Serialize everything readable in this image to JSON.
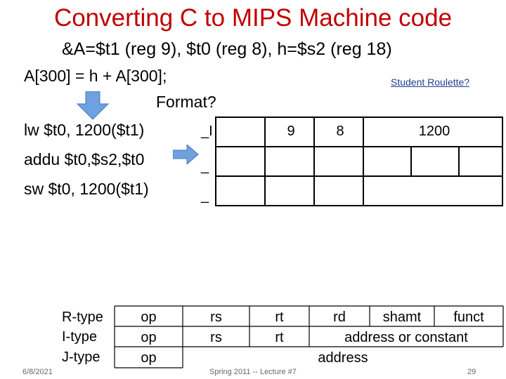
{
  "slide": {
    "title": "Converting C to MIPS Machine code",
    "subtitle": "&A=$t1 (reg 9), $t0 (reg 8), h=$s2 (reg 18)",
    "c_statement": "A[300] = h + A[300];",
    "format_question": "Format?",
    "roulette_link": "Student Roulette?",
    "instructions": [
      {
        "asm": "lw $t0, 1200($t1)",
        "format": "_I",
        "fields": [
          "",
          "9",
          "8",
          "1200"
        ]
      },
      {
        "asm": "addu $t0,$s2,$t0",
        "format": "_",
        "fields": [
          "",
          "",
          "",
          "",
          "",
          ""
        ]
      },
      {
        "asm": "sw $t0, 1200($t1)",
        "format": "_",
        "fields": [
          "",
          "",
          "",
          ""
        ]
      }
    ],
    "format_table": {
      "r_type": {
        "label": "R-type",
        "op": "op",
        "rs": "rs",
        "rt": "rt",
        "rd": "rd",
        "shamt": "shamt",
        "funct": "funct"
      },
      "i_type": {
        "label": "I-type",
        "op": "op",
        "rs": "rs",
        "rt": "rt",
        "imm": "address or constant"
      },
      "j_type": {
        "label": "J-type",
        "op": "op",
        "addr": "address"
      }
    },
    "footer": {
      "date": "6/8/2021",
      "center": "Spring 2011 -- Lecture #7",
      "page": "29"
    },
    "colors": {
      "title": "#c00000",
      "arrow": "#6fa0e0"
    }
  }
}
